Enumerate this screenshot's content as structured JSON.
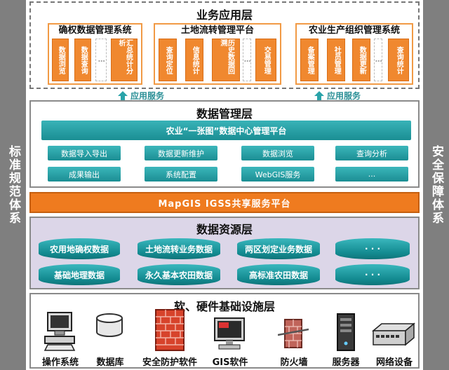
{
  "side_left": "标准规范体系",
  "side_right": "安全保障体系",
  "business_layer": {
    "title": "业务应用层",
    "systems": [
      {
        "title": "确权数据管理系统",
        "modules": [
          "数据浏览",
          "数据查询",
          "…",
          "汇总统计分析"
        ]
      },
      {
        "title": "土地流转管理平台",
        "modules": [
          "查询定位",
          "信息统计",
          "历史数据回溯",
          "…",
          "交易管理"
        ]
      },
      {
        "title": "农业生产组织管理系统",
        "modules": [
          "备案管理",
          "社员管理",
          "数据更新",
          "…",
          "查询统计"
        ]
      }
    ]
  },
  "service_labels": [
    "应用服务",
    "应用服务"
  ],
  "data_management_layer": {
    "title": "数据管理层",
    "platform": "农业“一张图”数据中心管理平台",
    "functions": [
      "数据导入导出",
      "数据更新维护",
      "数据浏览",
      "查询分析",
      "成果输出",
      "系统配置",
      "WebGIS服务",
      "..."
    ]
  },
  "igss_bar": "MapGIS IGSS共享服务平台",
  "data_resource_layer": {
    "title": "数据资源层",
    "datasets": [
      "农用地确权数据",
      "土地流转业务数据",
      "两区划定业务数据",
      "· · ·",
      "基础地理数据",
      "永久基本农田数据",
      "高标准农田数据",
      "· · ·"
    ]
  },
  "infrastructure_layer": {
    "title": "软、硬件基础设施层",
    "items": [
      {
        "label": "操作系统",
        "icon": "computer-icon"
      },
      {
        "label": "数据库",
        "icon": "database-icon"
      },
      {
        "label": "安全防护软件",
        "icon": "brick-wall-icon"
      },
      {
        "label": "GIS软件",
        "icon": "monitor-icon"
      },
      {
        "label": "防火墙",
        "icon": "firewall-icon"
      },
      {
        "label": "服务器",
        "icon": "server-icon"
      },
      {
        "label": "网络设备",
        "icon": "network-switch-icon"
      }
    ]
  },
  "colors": {
    "orange": "#f0882f",
    "teal": "#1a8e93",
    "gray": "#7f7f7f",
    "lavender": "#dcd6e8"
  }
}
